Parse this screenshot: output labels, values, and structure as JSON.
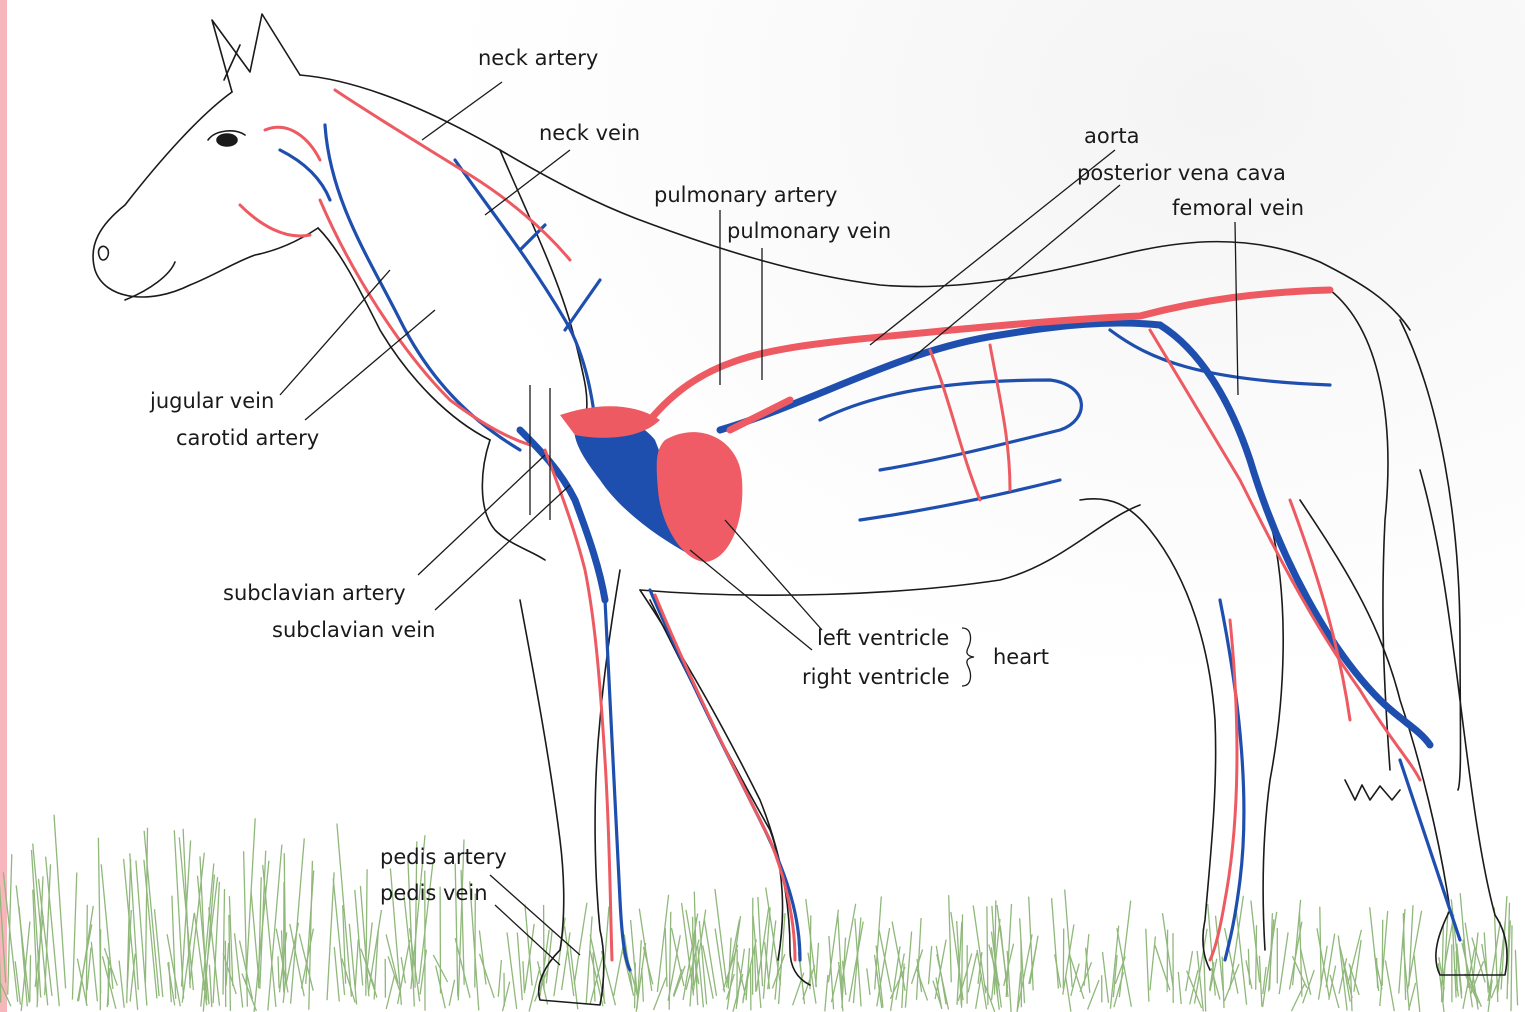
{
  "colors": {
    "artery": "#ee5a62",
    "vein": "#1f4fae",
    "heart": "#ef5c66",
    "outline": "#1a1a1a",
    "grass": "#8fb87a",
    "edge_bar": "#f7b6bb"
  },
  "labels": {
    "neck_artery": "neck artery",
    "neck_vein": "neck vein",
    "pulmonary_artery": "pulmonary artery",
    "pulmonary_vein": "pulmonary vein",
    "aorta": "aorta",
    "posterior_vena_cava": "posterior vena cava",
    "femoral_vein": "femoral vein",
    "jugular_vein": "jugular vein",
    "carotid_artery": "carotid artery",
    "subclavian_artery": "subclavian artery",
    "subclavian_vein": "subclavian vein",
    "left_ventricle": "left ventricle",
    "right_ventricle": "right ventricle",
    "heart": "heart",
    "pedis_artery": "pedis artery",
    "pedis_vein": "pedis vein"
  }
}
